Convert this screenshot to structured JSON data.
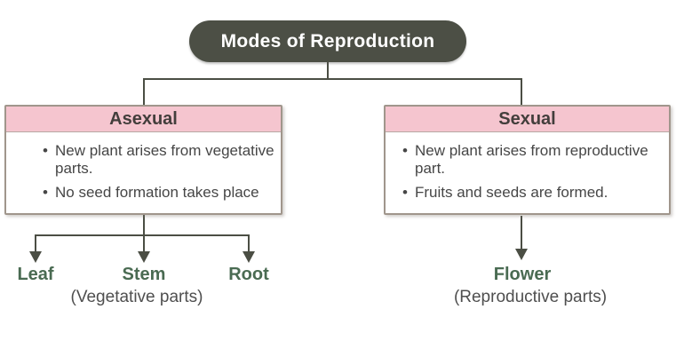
{
  "title": "Modes of Reproduction",
  "branches": [
    {
      "header": "Asexual",
      "bullets": [
        "New plant arises from vegetative parts.",
        "No seed formation takes place"
      ],
      "children": [
        "Leaf",
        "Stem",
        "Root"
      ],
      "caption": "(Vegetative parts)"
    },
    {
      "header": "Sexual",
      "bullets": [
        "New plant arises from reproductive part.",
        "Fruits and seeds are formed."
      ],
      "children": [
        "Flower"
      ],
      "caption": "(Reproductive parts)"
    }
  ],
  "icons": {
    "bullet": "•"
  },
  "colors": {
    "title_bg": "#4c4f45",
    "title_text": "#ffffff",
    "header_bg": "#f5c5cf",
    "header_text": "#433e3c",
    "body_text": "#464646",
    "label_green": "#4a6b52",
    "caption_text": "#4f4f4f",
    "line": "#4b4e44",
    "box_border": "#a0968c",
    "box_bg": "#ffffff"
  }
}
